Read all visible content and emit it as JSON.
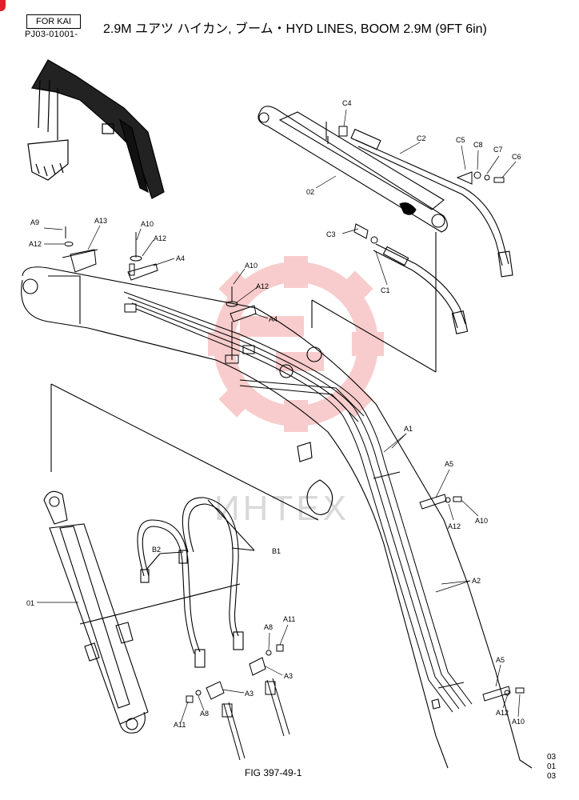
{
  "header": {
    "tag": "FOR KAI",
    "code": "PJ03-01001-",
    "title": "2.9M ユアツ ハイカン, ブーム・HYD LINES, BOOM 2.9M (9FT 6in)"
  },
  "watermark": {
    "text": "ИНТЕХ",
    "color": "#f4a3a3"
  },
  "labels": {
    "c4": "C4",
    "c2": "C2",
    "c5": "C5",
    "c8": "C8",
    "c7": "C7",
    "c6": "C6",
    "p02": "02",
    "c3": "C3",
    "c1": "C1",
    "a9": "A9",
    "a13": "A13",
    "a10_1": "A10",
    "a12_1": "A12",
    "a12_2": "A12",
    "a4_1": "A4",
    "a10_2": "A10",
    "a12_3": "A12",
    "a4_2": "A4",
    "a1": "A1",
    "a5_1": "A5",
    "a12_4": "A12",
    "a10_3": "A10",
    "a2": "A2",
    "a5_2": "A5",
    "a12_5": "A12",
    "a10_4": "A10",
    "p01": "01",
    "b2": "B2",
    "b1": "B1",
    "a8_1": "A8",
    "a11_1": "A11",
    "a3_1": "A3",
    "a3_2": "A3",
    "a8_2": "A8",
    "a11_2": "A11"
  },
  "footer": {
    "figure": "FIG 397-49-1",
    "page_lines": [
      "03",
      "01",
      "03"
    ]
  }
}
